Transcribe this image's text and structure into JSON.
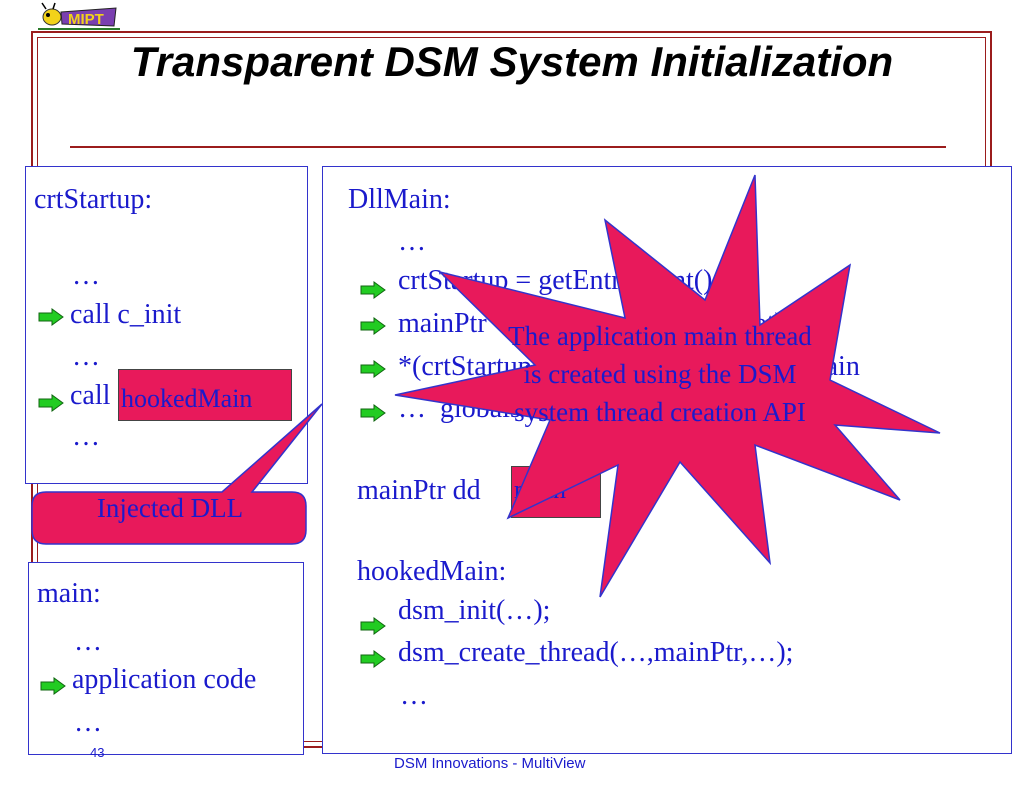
{
  "title": "Transparent DSM System Initialization",
  "logo_text": "MIPT",
  "crt_box": {
    "lines": [
      "crtStartup:",
      "…",
      "call c_init",
      "…",
      "call",
      "…"
    ],
    "highlight": "hookedMain"
  },
  "callout_label": "Injected DLL",
  "main_box": {
    "lines": [
      "main:",
      "…",
      "application code",
      "…"
    ]
  },
  "dll_box": {
    "lines": [
      "DllMain:",
      "…",
      "crtStartup = getEntryPoint();",
      "mainPtr = crtStartup + call_offset);",
      "*(crtStartup + call_offset) = hookedMain",
      "…  globals init"
    ],
    "mainptr_line": "mainPtr dd",
    "mainptr_highlight": "main",
    "hooked_lines": [
      "hookedMain:",
      "dsm_init(…);",
      "dsm_create_thread(…,mainPtr,…);",
      "…"
    ]
  },
  "starburst": {
    "lines": [
      "The application main thread",
      "is created using the DSM",
      "system thread creation API"
    ]
  },
  "footer": {
    "center": "DSM Innovations  - MultiView",
    "page": "43"
  },
  "colors": {
    "frame": "#9b1c1c",
    "text_blue": "#1a1acc",
    "highlight_pink": "#e8195b",
    "arrow_green": "#22cc22"
  }
}
